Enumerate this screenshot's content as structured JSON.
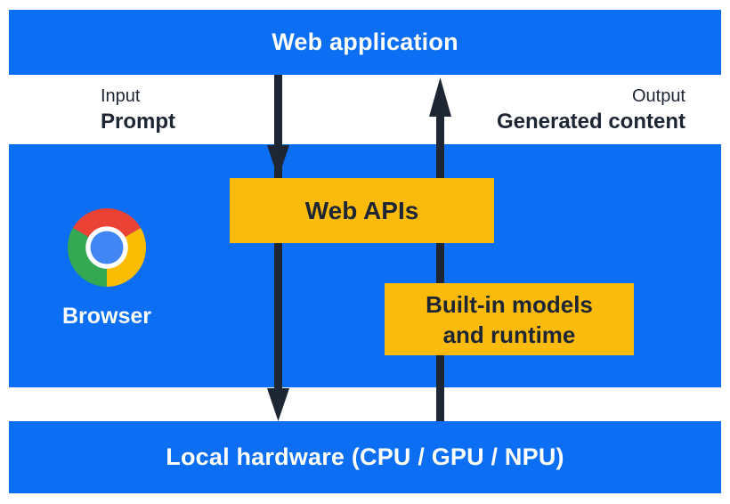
{
  "title_bars": {
    "web_application": "Web application",
    "local_hardware": "Local hardware (CPU / GPU / NPU)"
  },
  "io": {
    "input_title": "Input",
    "input_value": "Prompt",
    "output_title": "Output",
    "output_value": "Generated content"
  },
  "browser": {
    "label": "Browser",
    "web_apis": "Web APIs",
    "builtin_line1": "Built-in models",
    "builtin_line2": "and runtime"
  },
  "icons": {
    "chrome": "chrome-browser-logo",
    "down_arrow": "downward-flow-arrow",
    "up_arrow": "upward-flow-arrow"
  },
  "colors": {
    "panel_blue": "#0b6ef3",
    "accent_yellow": "#fbbb0c",
    "dark_navy": "#1e2533",
    "text_white": "#ffffff",
    "chrome_red": "#ea4335",
    "chrome_yellow": "#fbbc04",
    "chrome_green": "#34a853",
    "chrome_center_blue": "#4285f4"
  }
}
